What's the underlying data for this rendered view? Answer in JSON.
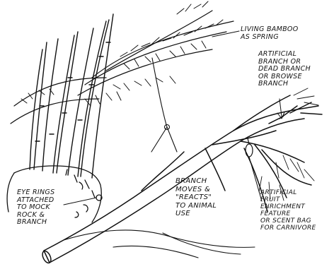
{
  "labels": {
    "living_bamboo": "LIVING BAMBOO\nAS SPRING",
    "artificial_branch": "ARTIFICIAL\nBRANCH OR\nDEAD BRANCH\nOR BROWSE\nBRANCH",
    "branch_moves": "BRANCH\nMOVES &\n\"REACTS\"\nTO ANIMAL\nUSE",
    "eye_rings": "EYE RINGS\nATTACHED\nTO MOCK\nROCK &\nBRANCH",
    "fruit_feature": "ARTIFICIAL\nFRUIT\nENRICHMENT\nFEATURE\nOR SCENT BAG\nFOR CARNIVORE"
  },
  "colors": {
    "ink": "#111111",
    "paper": "#ffffff"
  }
}
